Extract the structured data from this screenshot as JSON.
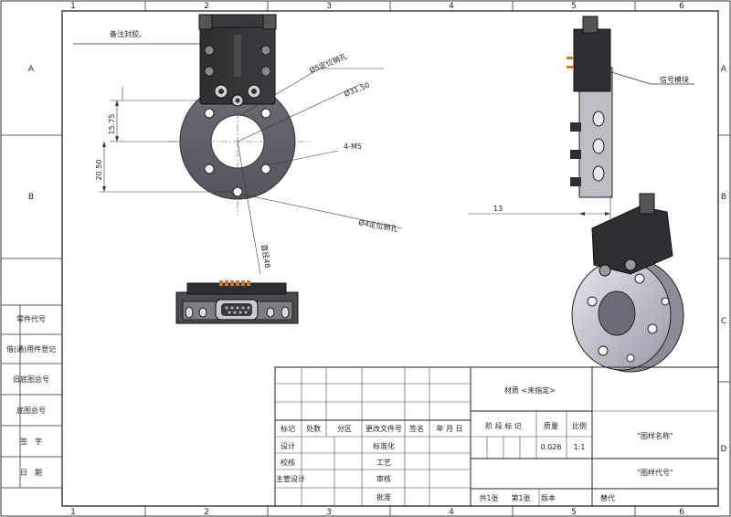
{
  "grid": {
    "columns": [
      "1",
      "2",
      "3",
      "4",
      "5",
      "6"
    ],
    "rows": [
      "A",
      "B",
      "C",
      "D"
    ]
  },
  "drawing_notes": {
    "top_note": "备注封胶。",
    "holes_5_dowel": "Ø5定位销孔",
    "bolt_circle_diameter": "Ø31.50",
    "tapped_holes": "4-M5",
    "holes_4_dowel": "Ø4定位销孔",
    "dim_vertical_1": "15.75",
    "dim_vertical_2": "20.50",
    "center_label": "直径48",
    "signal_module": "信号模块",
    "side_dim": "13"
  },
  "left_register": [
    "零件代号",
    "借(通)用件登记",
    "旧底图总号",
    "底图总号",
    "签　字",
    "日　期"
  ],
  "title_block": {
    "revision_headers": [
      "标记",
      "处数",
      "分区",
      "更改文件号",
      "签名",
      "年 月 日"
    ],
    "sign_rows": [
      [
        "设计",
        "",
        "",
        "标准化",
        "",
        ""
      ],
      [
        "校核",
        "",
        "",
        "工艺",
        "",
        ""
      ],
      [
        "主管设计",
        "",
        "",
        "审核",
        "",
        ""
      ],
      [
        "",
        "",
        "",
        "批准",
        "",
        ""
      ]
    ],
    "material": "材质 <未指定>",
    "stage_label": "阶 段 标 记",
    "mass_label": "质量",
    "scale_label": "比例",
    "mass_value": "0.026",
    "scale_value": "1:1",
    "drawing_name": "\"图样名称\"",
    "drawing_code": "\"图样代号\"",
    "sheet_total": "共1张",
    "sheet_no": "第1张",
    "version_label": "版本",
    "replace_label": "替代"
  }
}
